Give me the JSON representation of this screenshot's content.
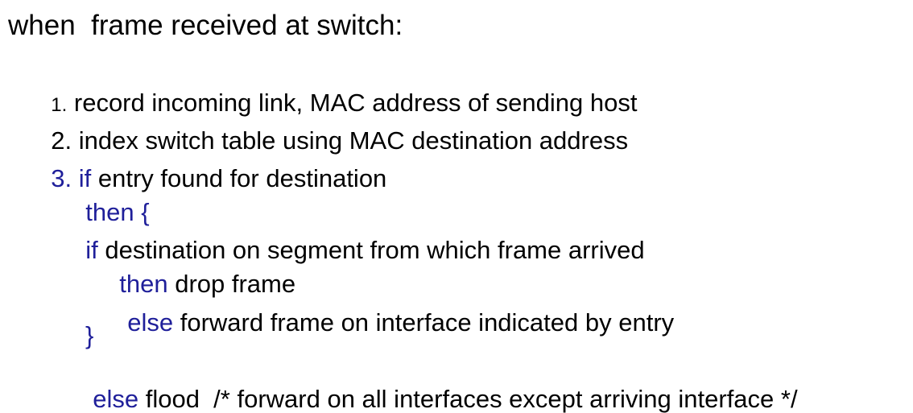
{
  "title": "when  frame received at switch:",
  "colors": {
    "text": "#000000",
    "keyword": "#1f1f9a"
  },
  "steps": [
    {
      "number": "1.",
      "text": "record incoming link, MAC address of sending host"
    },
    {
      "number": "2.",
      "text": "index switch table using MAC destination address"
    },
    {
      "number": "3.",
      "keyword": "if",
      "text": "entry found for destination"
    }
  ],
  "lines": {
    "then_open": {
      "keyword": "then",
      "text": "{"
    },
    "inner_if": {
      "keyword": "if",
      "text": "destination on segment from which frame arrived"
    },
    "inner_then": {
      "keyword": "then",
      "text": "drop frame"
    },
    "inner_else": {
      "keyword": "else",
      "text": "forward frame on interface indicated by entry"
    },
    "close_brace": "}",
    "outer_else": {
      "keyword": "else",
      "text": "flood  /* forward on all interfaces except arriving interface */"
    }
  }
}
